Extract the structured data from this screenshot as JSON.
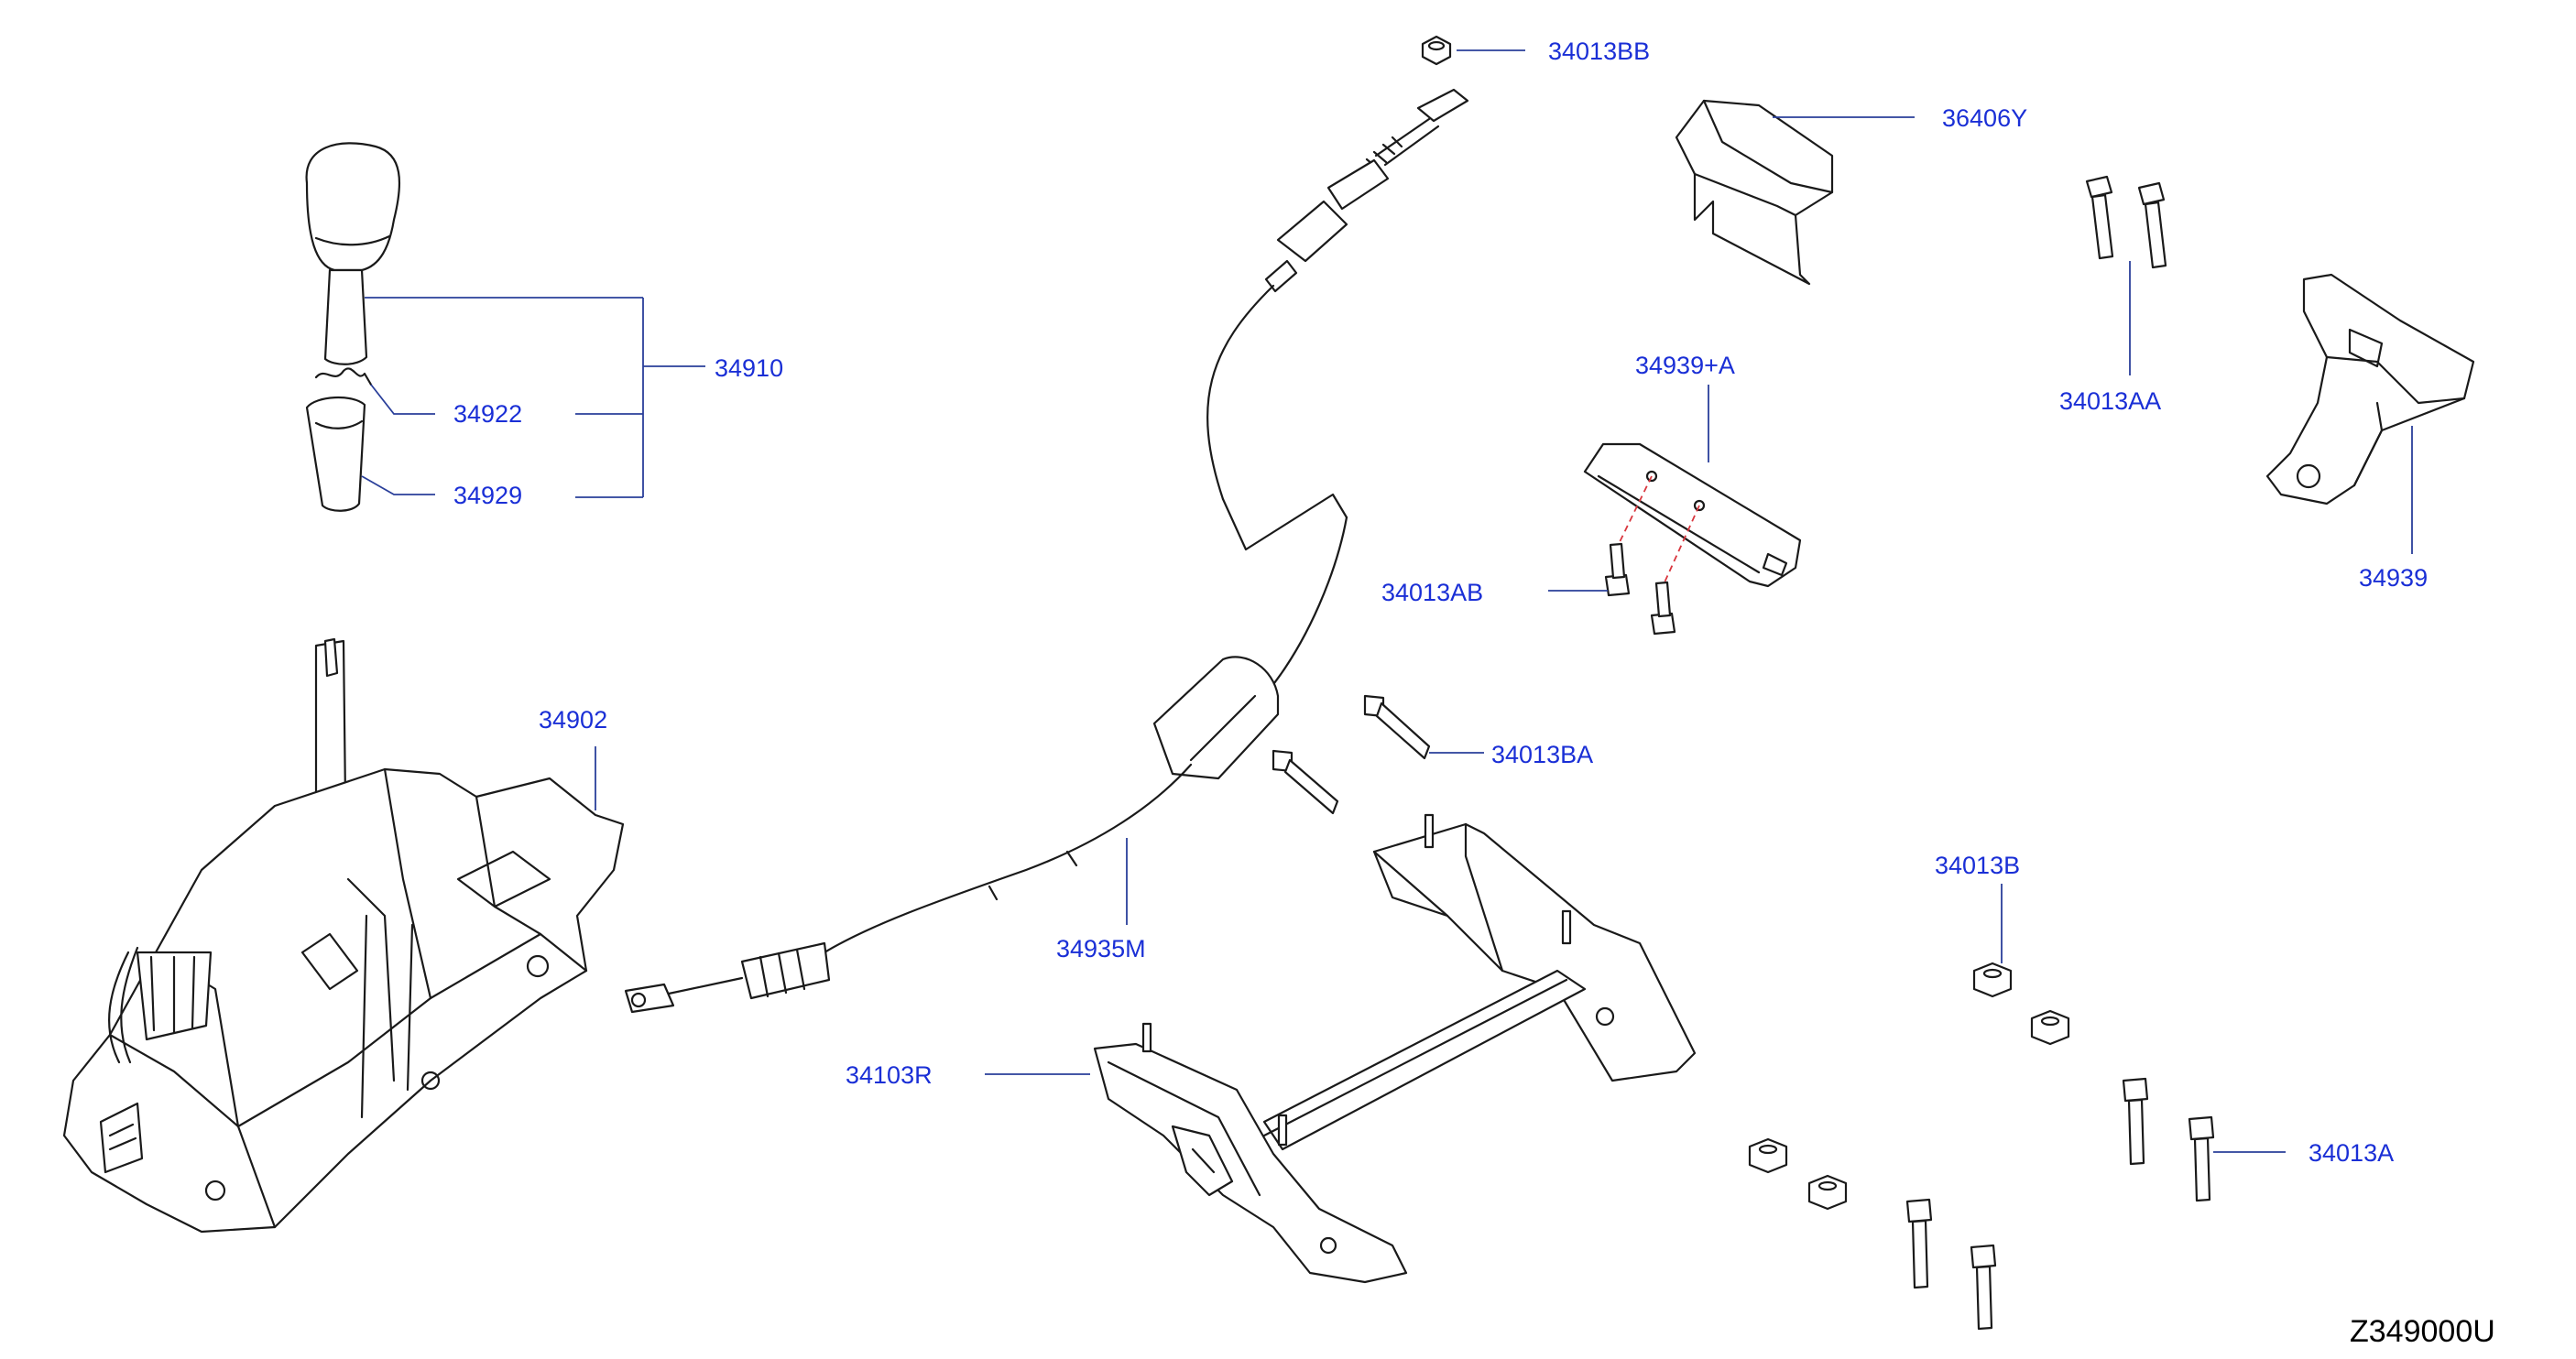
{
  "callouts": {
    "p34013BB": "34013BB",
    "p36406Y": "36406Y",
    "p34910": "34910",
    "p34922": "34922",
    "p34929": "34929",
    "p34939A": "34939+A",
    "p34013AA": "34013AA",
    "p34013AB": "34013AB",
    "p34939": "34939",
    "p34902": "34902",
    "p34013BA": "34013BA",
    "p34013B": "34013B",
    "p34935M": "34935M",
    "p34103R": "34103R",
    "p34013A": "34013A"
  },
  "diagram_code": "Z349000U",
  "colors": {
    "callout_text": "#1a2fd6",
    "leader_line": "#2a3f9a",
    "alignment_dash": "#d9363e",
    "part_outline": "#1a1a1a"
  }
}
